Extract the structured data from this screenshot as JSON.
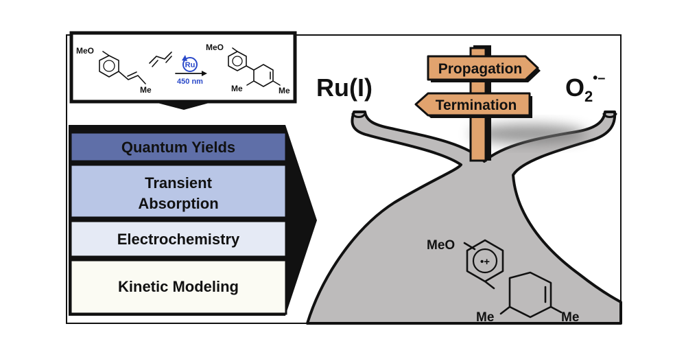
{
  "reaction_scheme": {
    "reactant_substituent_top": "MeO",
    "reactant_substituent_bottom": "Me",
    "catalyst": "Ru",
    "wavelength": "450 nm",
    "product_substituent_top": "MeO",
    "product_substituent_left": "Me",
    "product_substituent_right": "Me"
  },
  "methods": [
    {
      "label": "Quantum Yields",
      "color": "#5f6fa8"
    },
    {
      "label_line1": "Transient",
      "label_line2": "Absorption",
      "color": "#b9c6e6"
    },
    {
      "label": "Electrochemistry",
      "color": "#e5eaf5"
    },
    {
      "label": "Kinetic Modeling",
      "color": "#fbfbf3"
    }
  ],
  "pathway": {
    "left_label": "Ru(I)",
    "right_label_main": "O",
    "right_label_sub": "2",
    "right_label_sup": "•–",
    "road_color": "#bdbbbb",
    "sign_color": "#e1a36e"
  },
  "signpost": {
    "top_sign": "Propagation",
    "bottom_sign": "Termination"
  },
  "radical_cation": {
    "substituent_top": "MeO",
    "ring_charge": "•+",
    "substituent_left": "Me",
    "substituent_right": "Me"
  }
}
